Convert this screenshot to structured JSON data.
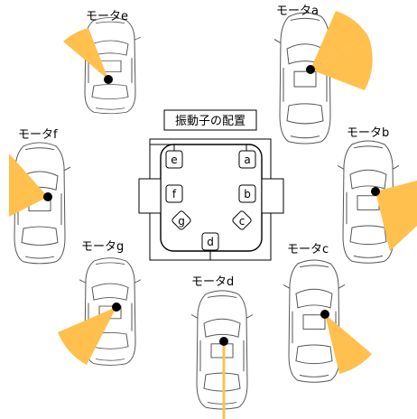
{
  "diagram": {
    "title": "振動子の配置",
    "colors": {
      "cone": "#FFC04D",
      "dot": "#000000",
      "line": "#000000",
      "car": "#4a4a4a"
    },
    "motor_labels": {
      "a": "モータa",
      "b": "モータb",
      "c": "モータc",
      "d": "モータd",
      "e": "モータe",
      "f": "モータf",
      "g": "モータg"
    },
    "positions": {
      "a": "a",
      "b": "b",
      "c": "c",
      "d": "d",
      "e": "e",
      "f": "f",
      "g": "g"
    }
  }
}
